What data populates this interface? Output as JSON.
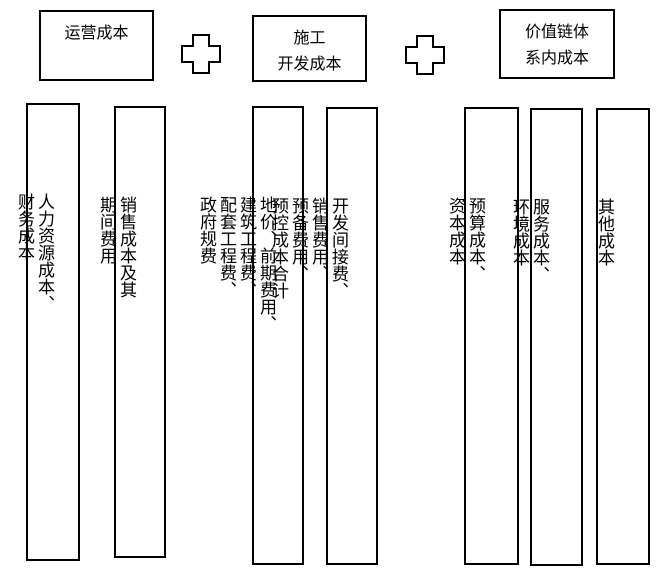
{
  "groups": {
    "operating": {
      "title_lines": [
        "运营成本"
      ],
      "columns": [
        [
          "人力资源成本、",
          "财务成本"
        ],
        [
          "销售成本及其",
          "期间费用"
        ]
      ]
    },
    "construction": {
      "title_lines": [
        "施工",
        "开发成本"
      ],
      "columns": [
        [
          "地价、前期费用、",
          "建筑工程费、",
          "配套工程费、",
          "政府规费"
        ],
        [
          "开发间接费、",
          "销售费用、",
          "预备费用、",
          "预控成本合计"
        ]
      ]
    },
    "value_chain": {
      "title_lines": [
        "价值链体",
        "系内成本"
      ],
      "columns": [
        [
          "预算成本、",
          "资本成本"
        ],
        [
          "服务成本、",
          "环境成本"
        ],
        [
          "其他成本"
        ]
      ]
    }
  },
  "icons": {
    "plus_1": "plus-icon",
    "plus_2": "plus-icon"
  },
  "colors": {
    "stroke": "#000000",
    "background": "#ffffff"
  }
}
